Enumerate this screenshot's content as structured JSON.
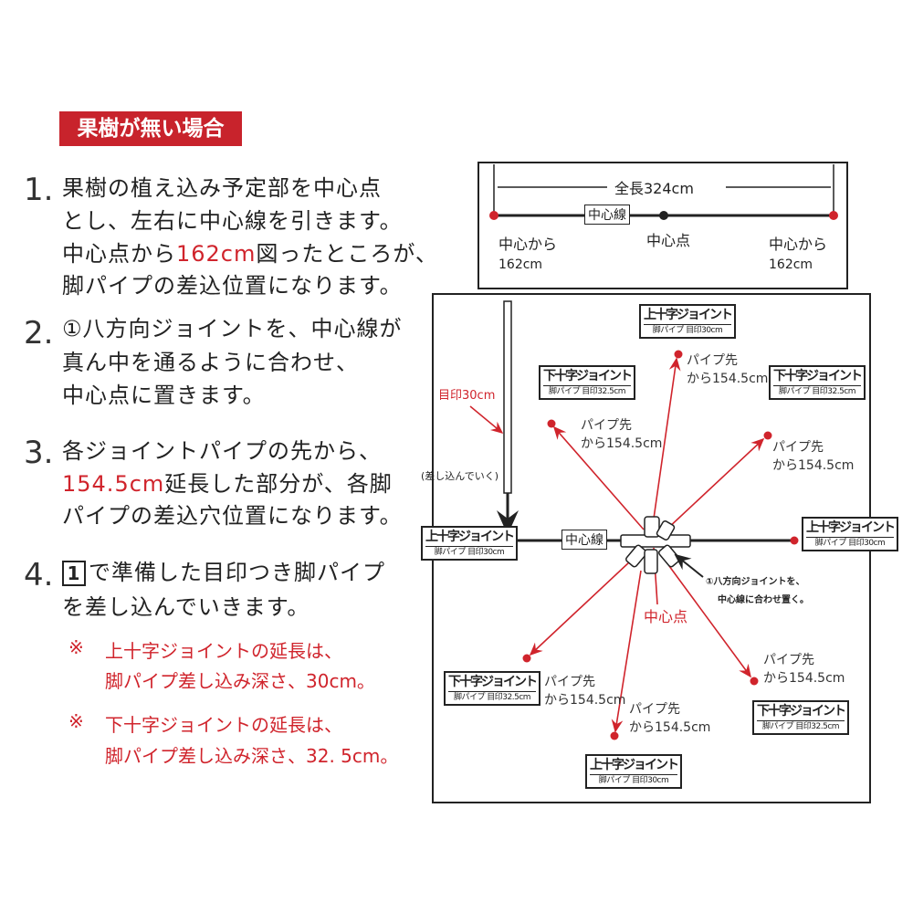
{
  "heading": "果樹が無い場合",
  "steps": [
    {
      "num": "1.",
      "lines": [
        "果樹の植え込み予定部を中心点",
        "とし、左右に中心線を引きます。"
      ],
      "line3_pre": "中心点から",
      "line3_red": "162cm",
      "line3_post": "図ったところが、",
      "line4": "脚パイプの差込位置になります。"
    },
    {
      "num": "2.",
      "lines": [
        "①八方向ジョイントを、中心線が",
        "真ん中を通るように合わせ、",
        "中心点に置きます。"
      ]
    },
    {
      "num": "3.",
      "line1": "各ジョイントパイプの先から、",
      "line2_red": "154.5cm",
      "line2_post": "延長した部分が、各脚",
      "line3": "パイプの差込穴位置になります。"
    },
    {
      "num": "4.",
      "boxnum": "1",
      "line1_post": "で準備した目印つき脚パイプ",
      "line2": "を差し込んでいきます。"
    }
  ],
  "notes": [
    {
      "mark": "※",
      "lines": [
        "上十字ジョイントの延長は、",
        "脚パイプ差し込み深さ、30cm。"
      ]
    },
    {
      "mark": "※",
      "lines": [
        "下十字ジョイントの延長は、",
        "脚パイプ差し込み深さ、32. 5cm。"
      ]
    }
  ],
  "top_diagram": {
    "total": "全長324cm",
    "center_line": "中心線",
    "center_point": "中心点",
    "left_label": [
      "中心から",
      "162cm"
    ],
    "right_label": [
      "中心から",
      "162cm"
    ]
  },
  "main_diagram": {
    "mark_label": "目印30cm",
    "insert_label": "(差し込んでいく)",
    "center_line": "中心線",
    "center_point": "中心点",
    "joint_note": [
      "①八方向ジョイントを、",
      "中心線に合わせ置く。"
    ],
    "pipe_label": [
      "パイプ先",
      "から154.5cm"
    ],
    "upper_joint": {
      "title": "上十字ジョイント",
      "sub": "脚パイプ 目印30cm"
    },
    "lower_joint": {
      "title": "下十字ジョイント",
      "sub": "脚パイプ 目印32.5cm"
    }
  },
  "colors": {
    "accent": "#d0242c",
    "badge": "#c8232c"
  }
}
